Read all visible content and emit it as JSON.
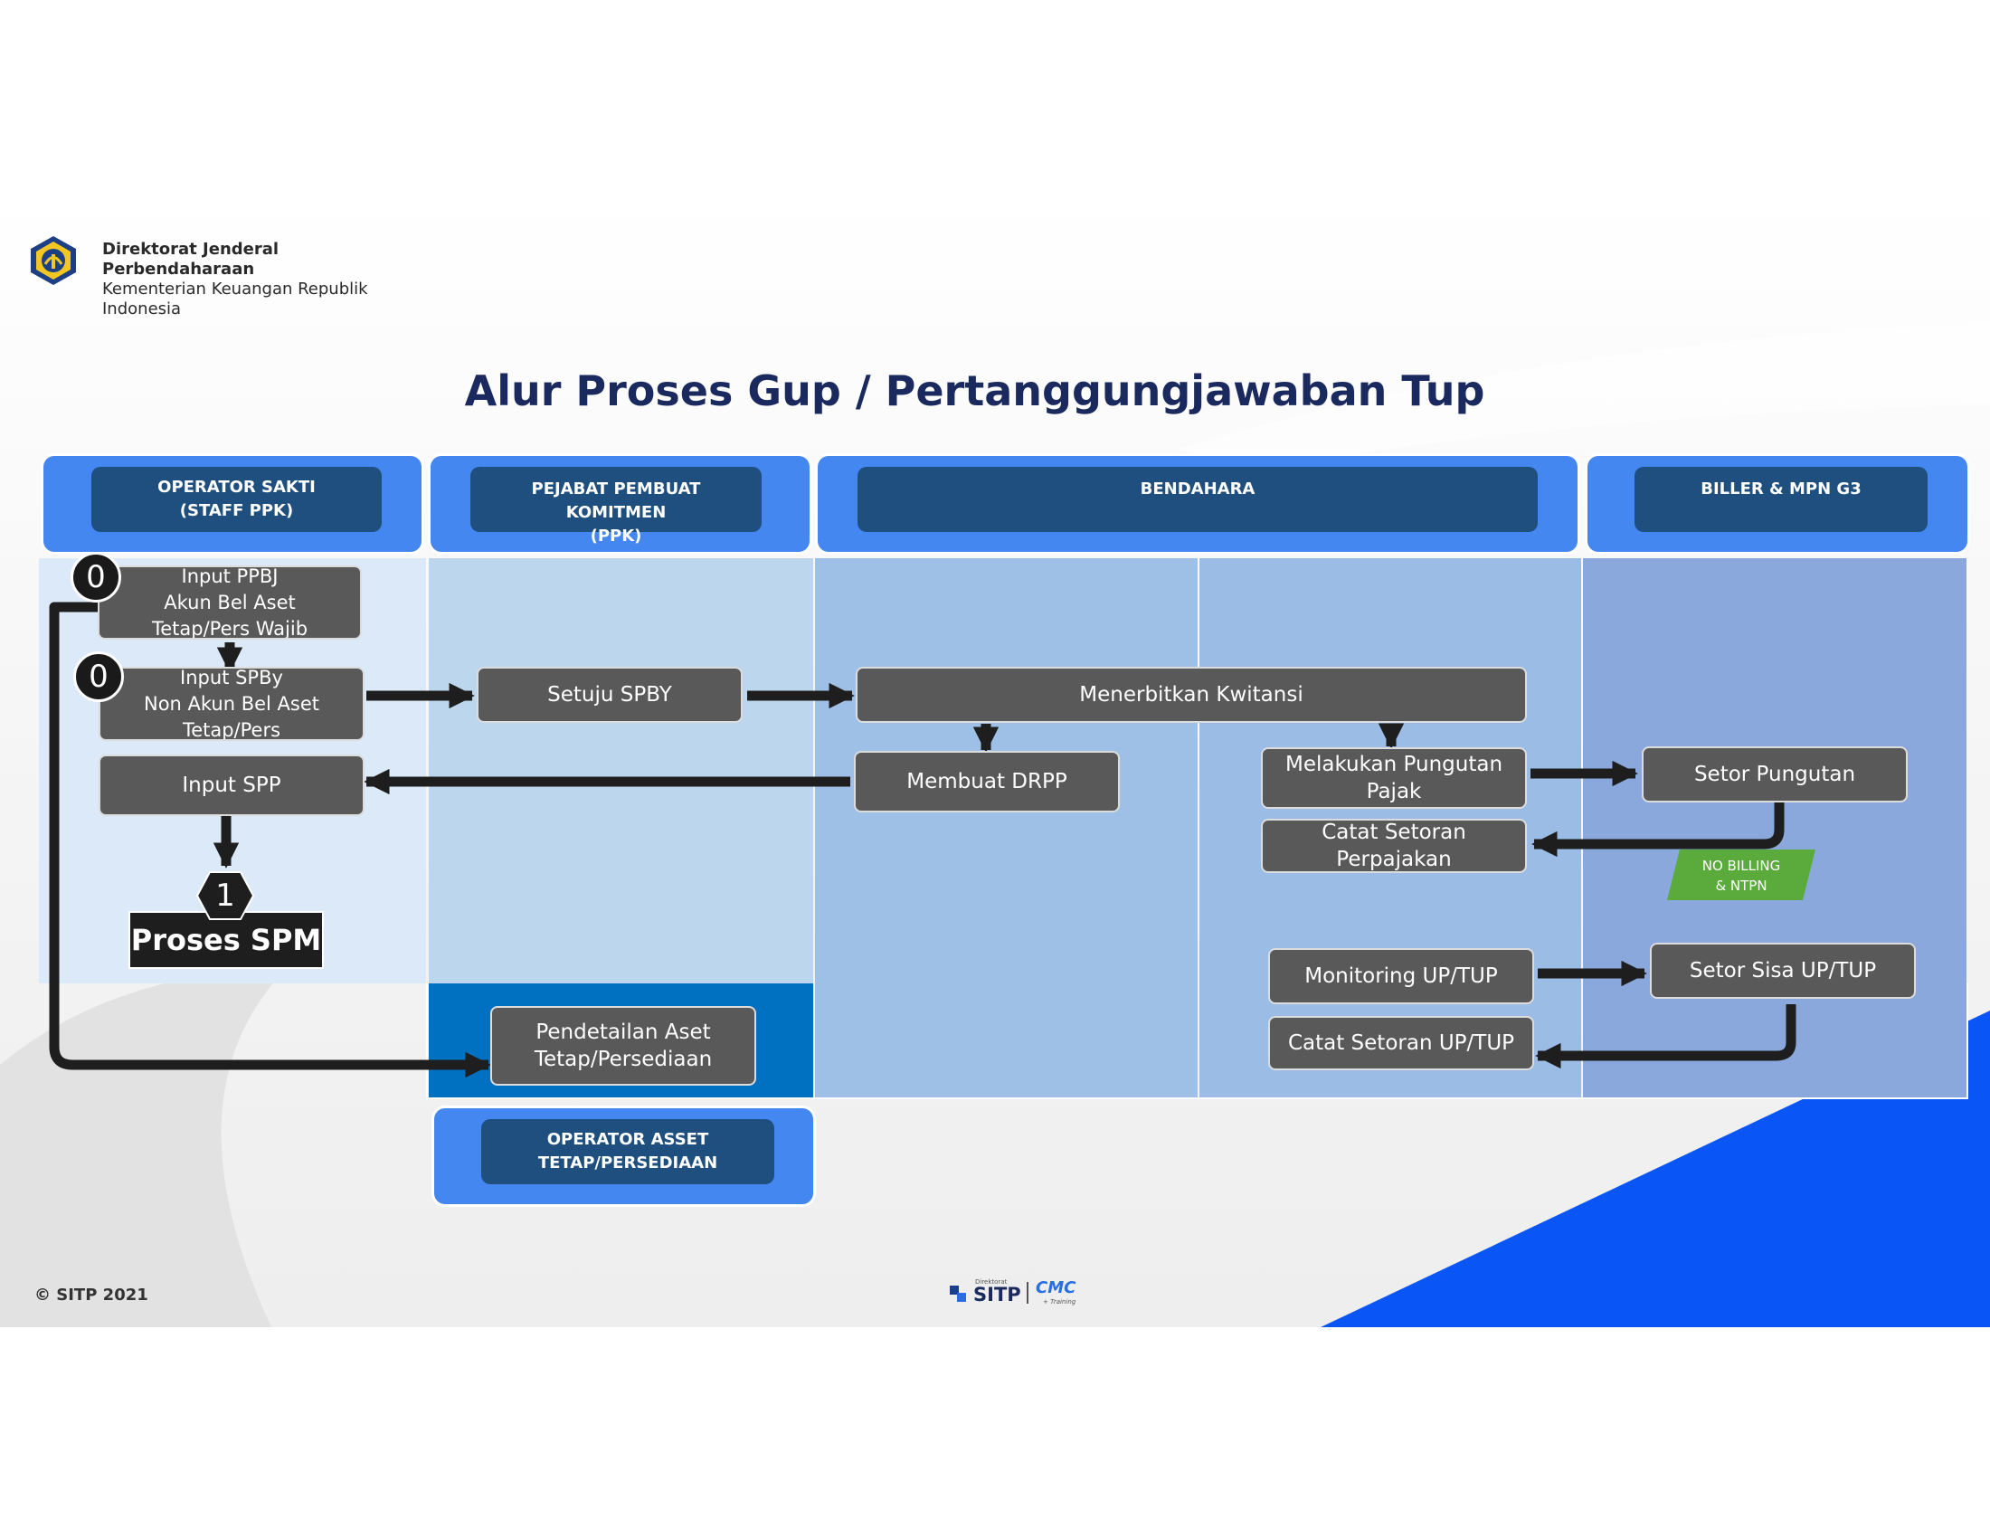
{
  "header": {
    "org_line1": "Direktorat Jenderal",
    "org_line2": "Perbendaharaan",
    "org_line3": "Kementerian Keuangan Republik",
    "org_line4": "Indonesia",
    "logo_icon": "kemenkeu-emblem-icon"
  },
  "title": "Alur Proses Gup / Pertanggungjawaban Tup",
  "lanes": [
    {
      "line1": "OPERATOR SAKTI",
      "line2": "(STAFF PPK)",
      "line3": ""
    },
    {
      "line1": "PEJABAT PEMBUAT",
      "line2": "KOMITMEN",
      "line3": "(PPK)"
    },
    {
      "line1": "BENDAHARA",
      "line2": "",
      "line3": ""
    },
    {
      "line1": "BILLER & MPN G3",
      "line2": "",
      "line3": ""
    }
  ],
  "bottom_lane": {
    "line1": "OPERATOR ASSET",
    "line2": "TETAP/PERSEDIAAN"
  },
  "steps": {
    "input_ppbj": {
      "line1": "Input PPBJ",
      "line2": "Akun Bel Aset",
      "line3": "Tetap/Pers Wajib"
    },
    "input_spby": {
      "line1": "Input SPBy",
      "line2": "Non Akun Bel Aset",
      "line3": "Tetap/Pers"
    },
    "input_spp": "Input SPP",
    "proses_spm": "Proses SPM",
    "setuju_spby": "Setuju SPBY",
    "menerbitkan_kwitansi": "Menerbitkan Kwitansi",
    "membuat_drpp": "Membuat DRPP",
    "melakukan_pungutan": {
      "line1": "Melakukan Pungutan",
      "line2": "Pajak"
    },
    "catat_setoran_pajak": {
      "line1": "Catat Setoran",
      "line2": "Perpajakan"
    },
    "setor_pungutan": "Setor Pungutan",
    "monitoring": "Monitoring UP/TUP",
    "catat_setoran_uptup": "Catat Setoran UP/TUP",
    "setor_sisa": "Setor Sisa UP/TUP",
    "pendetailan": {
      "line1": "Pendetailan Aset",
      "line2": "Tetap/Persediaan"
    }
  },
  "markers": {
    "start_a": "0",
    "start_b": "0",
    "connector": "1"
  },
  "tag_billing": {
    "line1": "NO BILLING",
    "line2": "& NTPN"
  },
  "footer": {
    "copyright": "© SITP 2021",
    "logo_small": "Direktorat",
    "logo_main": "SITP",
    "logo_cmc": "CMC",
    "logo_cmc_sub": "+ Training"
  },
  "colors": {
    "lane_header": "#4587f0",
    "lane_label": "#1e4f7e",
    "process_box": "#595959",
    "lane1_bg": "#dce9f8",
    "lane2_bg": "#bcd6ee",
    "lane3_bg": "#9fc0e6",
    "lane4_bg": "#8aa8dc",
    "asset_bg": "#0070c0",
    "billing_tag": "#5aab3b",
    "title": "#1b2a5e",
    "accent_triangle": "#0a55f5"
  }
}
